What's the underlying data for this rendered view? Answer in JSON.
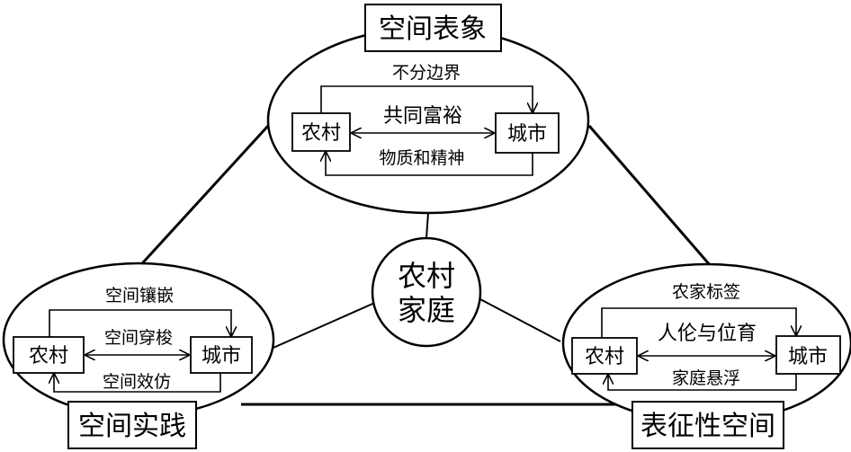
{
  "center": {
    "line1": "农村",
    "line2": "家庭"
  },
  "top": {
    "title": "空间表象",
    "left_box": "农村",
    "right_box": "城市",
    "upper_label": "不分边界",
    "middle_label": "共同富裕",
    "lower_label": "物质和精神"
  },
  "left": {
    "title": "空间实践",
    "left_box": "农村",
    "right_box": "城市",
    "upper_label": "空间镶嵌",
    "middle_label": "空间穿梭",
    "lower_label": "空间效仿"
  },
  "right": {
    "title": "表征性空间",
    "left_box": "农村",
    "right_box": "城市",
    "upper_label": "农家标签",
    "middle_label": "人伦与位育",
    "lower_label": "家庭悬浮"
  }
}
